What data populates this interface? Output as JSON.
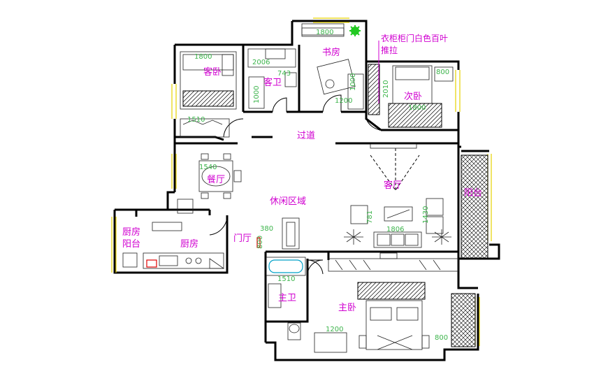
{
  "rooms": {
    "guest_bedroom": "客卧",
    "guest_bath": "客卫",
    "study": "书房",
    "second_bedroom": "次卧",
    "corridor": "过道",
    "dining": "餐厅",
    "living": "客厅",
    "leisure": "休闲区域",
    "balcony": "阳台",
    "kitchen_balcony_1": "厨房",
    "kitchen_balcony_2": "阳台",
    "kitchen": "厨房",
    "foyer": "门厅",
    "master_bath": "主卫",
    "master_bedroom": "主卧"
  },
  "note": {
    "line1": "衣柜柜门白色百叶",
    "line2": "推拉"
  },
  "dimensions": {
    "d1800_guest": "1800",
    "d2006": "2006",
    "d743": "743",
    "d1000": "1000",
    "d1510_guest": "1510",
    "d1800_study": "1800",
    "d1200_study": "1200",
    "d1000_study": "1000",
    "d2010": "2010",
    "d800_second": "800",
    "d1800_second": "1800",
    "d1540": "1540",
    "d781": "781",
    "d1806": "1806",
    "d1430": "1430",
    "d380": "380",
    "d800_foyer": "800",
    "d1510_master": "1510",
    "d1200_master": "1200",
    "d800_master": "800"
  }
}
